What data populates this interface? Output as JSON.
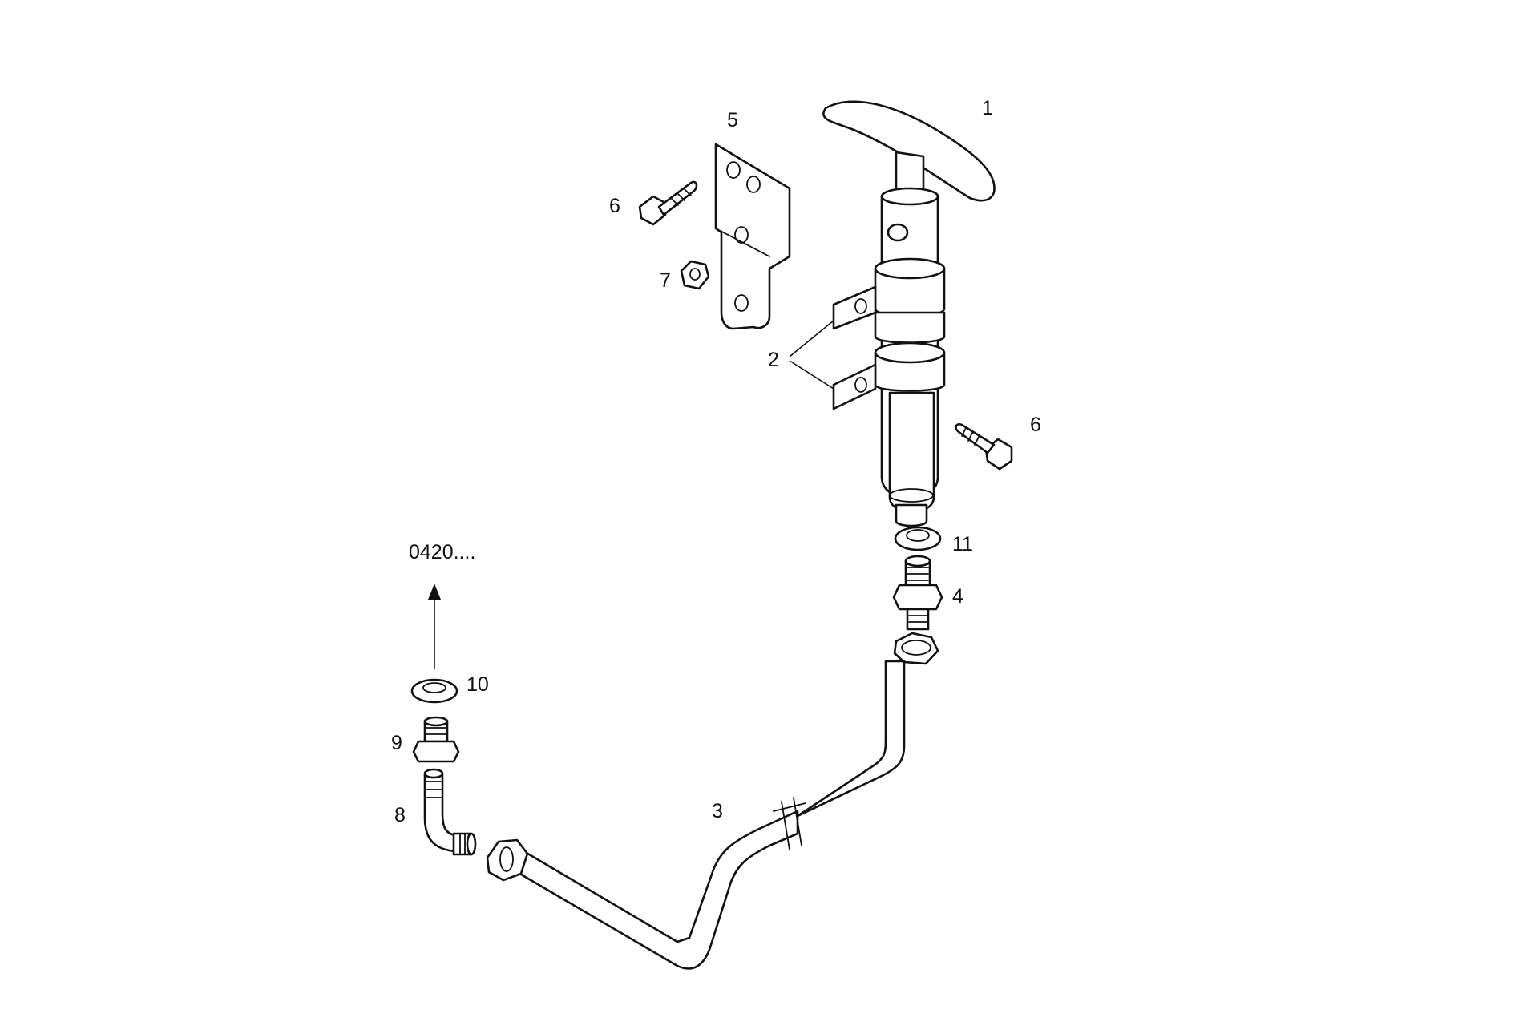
{
  "figure": {
    "parts": [
      {
        "callout": "1",
        "name": "handle"
      },
      {
        "callout": "2",
        "name": "clamps"
      },
      {
        "callout": "3",
        "name": "pipe"
      },
      {
        "callout": "4",
        "name": "union-nipple"
      },
      {
        "callout": "5",
        "name": "bracket"
      },
      {
        "callout": "6",
        "name": "bolt"
      },
      {
        "callout": "7",
        "name": "nut"
      },
      {
        "callout": "8",
        "name": "elbow"
      },
      {
        "callout": "9",
        "name": "adapter"
      },
      {
        "callout": "10",
        "name": "washer"
      },
      {
        "callout": "11",
        "name": "washer"
      }
    ],
    "reference": "0420...."
  }
}
